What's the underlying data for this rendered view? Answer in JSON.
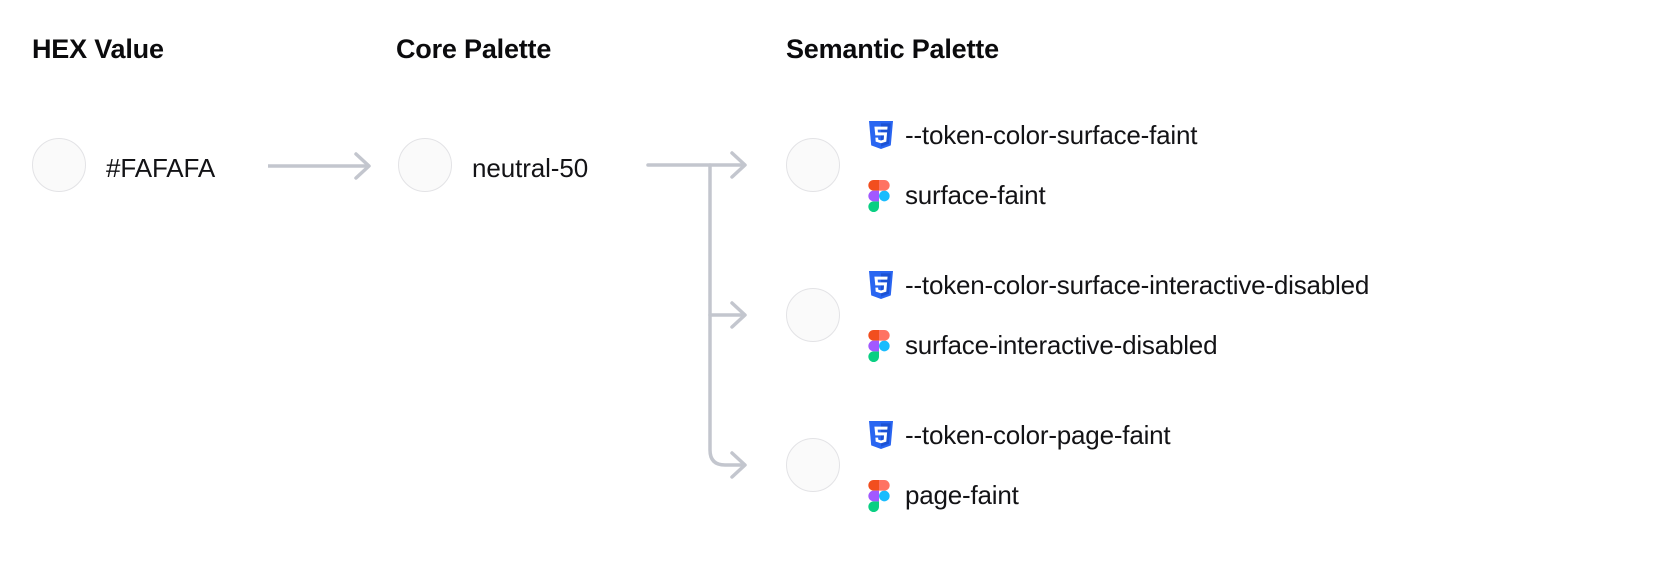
{
  "columns": {
    "hex": "HEX Value",
    "core": "Core Palette",
    "semantic": "Semantic Palette"
  },
  "hex": {
    "value": "#FAFAFA",
    "swatch_color": "#FAFAFA"
  },
  "core": {
    "value": "neutral-50",
    "swatch_color": "#FAFAFA"
  },
  "semantic": [
    {
      "swatch_color": "#FAFAFA",
      "css_token": "--token-color-surface-faint",
      "figma_token": "surface-faint"
    },
    {
      "swatch_color": "#FAFAFA",
      "css_token": "--token-color-surface-interactive-disabled",
      "figma_token": "surface-interactive-disabled"
    },
    {
      "swatch_color": "#FAFAFA",
      "css_token": "--token-color-page-faint",
      "figma_token": "page-faint"
    }
  ],
  "icons": {
    "css": "css3-icon",
    "figma": "figma-icon",
    "arrow": "arrow-right-icon"
  },
  "colors": {
    "background": "#ffffff",
    "text": "#131316",
    "heading": "#0b0b0d",
    "connector": "#c3c6ce",
    "swatch_border": "#e3e3e6",
    "css_blue": "#2965F1",
    "figma_red": "#F24E1E",
    "figma_orange": "#FF7262",
    "figma_purple": "#A259FF",
    "figma_blue": "#1ABCFE",
    "figma_green": "#0ACF83"
  }
}
